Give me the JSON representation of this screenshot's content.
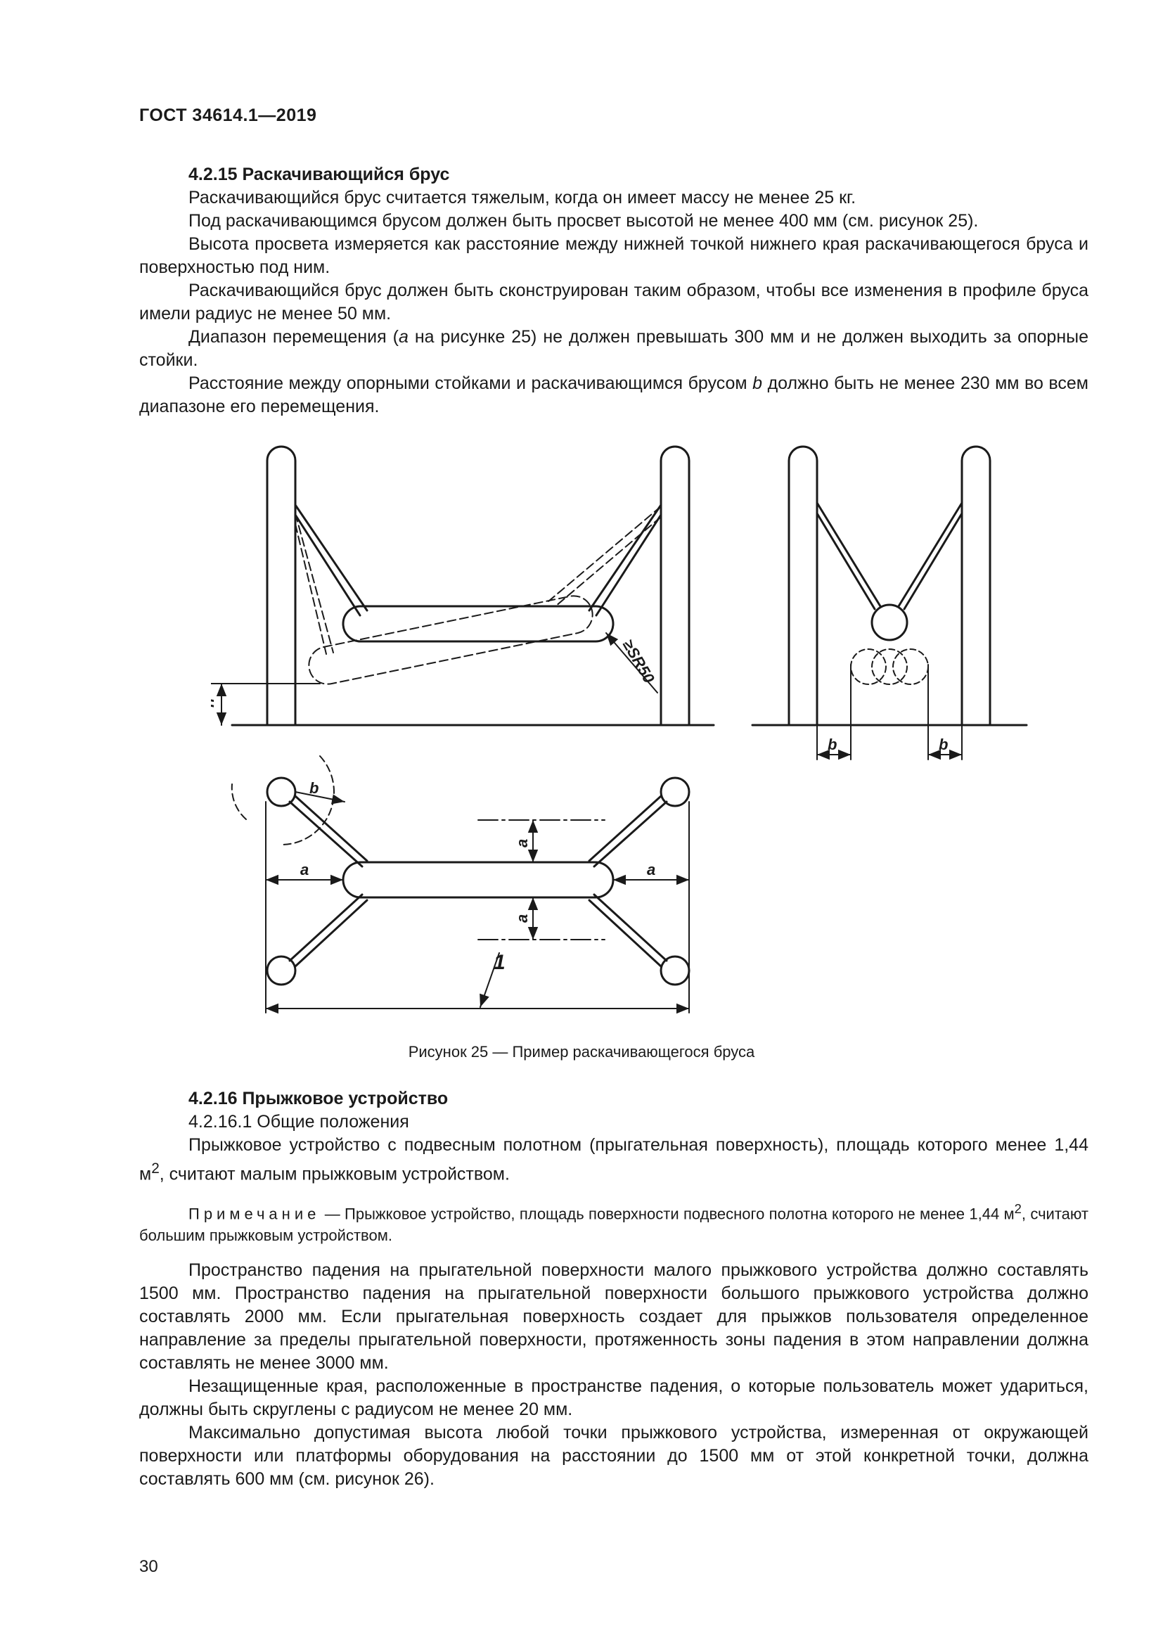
{
  "header": {
    "title": "ГОСТ 34614.1—2019"
  },
  "section_4_2_15": {
    "heading": "4.2.15 Раскачивающийся брус",
    "p1": "Раскачивающийся брус считается тяжелым, когда он имеет массу не менее 25 кг.",
    "p2": "Под раскачивающимся брусом должен быть просвет высотой не менее 400 мм (см. рисунок 25).",
    "p3": "Высота просвета измеряется как расстояние между нижней точкой нижнего края раскачивающегося бруса и поверхностью под ним.",
    "p4": "Раскачивающийся брус должен быть сконструирован таким образом, чтобы все изменения в профиле бруса имели радиус не менее 50 мм.",
    "p5_a": "Диапазон перемещения (",
    "p5_italic": "a",
    "p5_b": " на рисунке 25) не должен превышать 300 мм и не должен выходить за опорные стойки.",
    "p6_a": "Расстояние между опорными стойками и раскачивающимся брусом ",
    "p6_italic": "b",
    "p6_b": " должно быть не менее 230 мм во всем диапазоне его перемещения."
  },
  "figure": {
    "caption": "Рисунок 25 — Пример раскачивающегося бруса",
    "label_h": "h",
    "label_sr": "≥SR50",
    "label_b": "b",
    "label_a": "a",
    "label_1": "1"
  },
  "section_4_2_16": {
    "heading": "4.2.16 Прыжковое устройство",
    "subheading": "4.2.16.1 Общие положения",
    "p1_a": "Прыжковое устройство с подвесным полотном (прыгательная поверхность), площадь которого менее 1,44 м",
    "p1_sup": "2",
    "p1_b": ", считают малым прыжковым устройством.",
    "note_label": "Примечание",
    "note_a": " — Прыжковое устройство, площадь поверхности подвесного полотна которого не менее 1,44 м",
    "note_sup": "2",
    "note_b": ", считают большим прыжковым устройством.",
    "p2": "Пространство падения на прыгательной поверхности малого прыжкового устройства должно составлять 1500 мм. Пространство падения на прыгательной поверхности большого прыжкового устройства должно составлять 2000 мм. Если прыгательная поверхность создает для прыжков пользователя определенное направление за пределы прыгательной поверхности, протяженность зоны падения в этом направлении должна составлять не менее 3000 мм.",
    "p3": "Незащищенные края, расположенные в пространстве падения, о которые пользователь может удариться, должны быть скруглены с радиусом не менее 20 мм.",
    "p4": "Максимально допустимая высота любой точки прыжкового устройства, измеренная от окружающей поверхности или платформы оборудования на расстоянии до 1500 мм от этой конкретной точки, должна составлять 600 мм (см. рисунок 26)."
  },
  "page_number": "30"
}
